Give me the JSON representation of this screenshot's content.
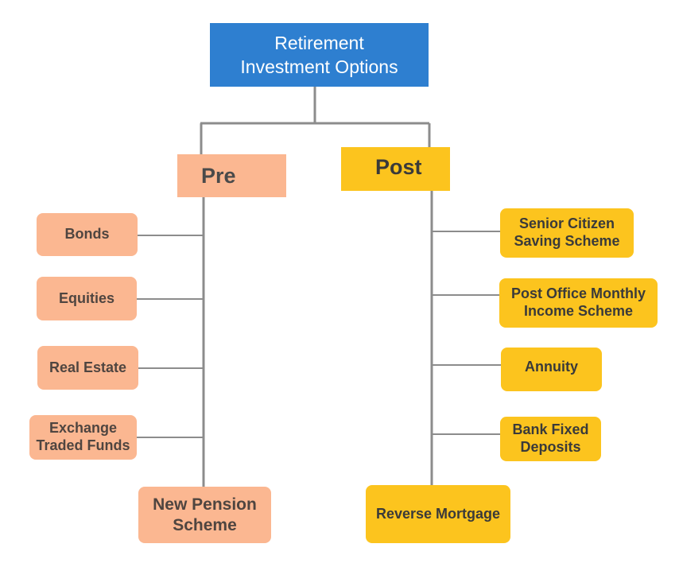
{
  "diagram": {
    "root": {
      "label": "Retirement\nInvestment Options"
    },
    "pre": {
      "label": "Pre",
      "items": [
        "Bonds",
        "Equities",
        "Real Estate",
        "Exchange\nTraded Funds"
      ],
      "final": "New Pension\nScheme"
    },
    "post": {
      "label": "Post",
      "items": [
        "Senior Citizen\nSaving Scheme",
        "Post Office Monthly\nIncome Scheme",
        "Annuity",
        "Bank Fixed\nDeposits"
      ],
      "final": "Reverse Mortgage"
    }
  },
  "colors": {
    "root": "#2e7fd0",
    "pre": "#fbb791",
    "post": "#fcc41e",
    "connector": "#8c8c8c"
  }
}
